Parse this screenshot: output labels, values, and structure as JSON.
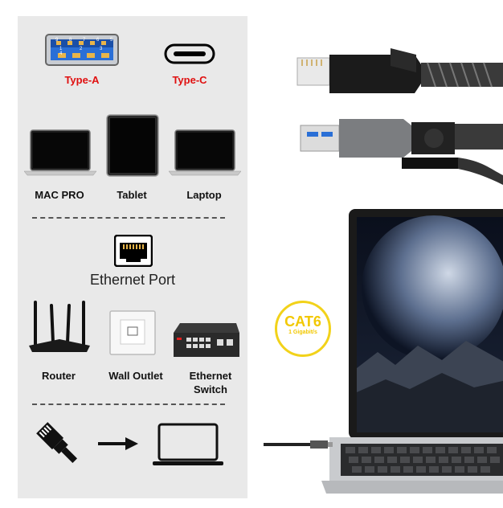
{
  "connectors": {
    "type_a_label": "Type-A",
    "type_c_label": "Type-C",
    "usb_pins_top": "9 8 7 6 5",
    "usb_pins_bottom": "1 2 3 4"
  },
  "devices": {
    "mac_pro": "MAC PRO",
    "tablet": "Tablet",
    "laptop": "Laptop"
  },
  "ethernet": {
    "title": "Ethernet Port",
    "router": "Router",
    "wall_outlet": "Wall Outlet",
    "switch_line1": "Ethernet",
    "switch_line2": "Switch"
  },
  "badge": {
    "title": "CAT6",
    "subtitle": "1 Gigabit/s"
  },
  "colors": {
    "panel_bg": "#e9e9e9",
    "accent_red": "#e01010",
    "badge_yellow": "#f2d21a",
    "usb_blue": "#2a6fd6"
  }
}
